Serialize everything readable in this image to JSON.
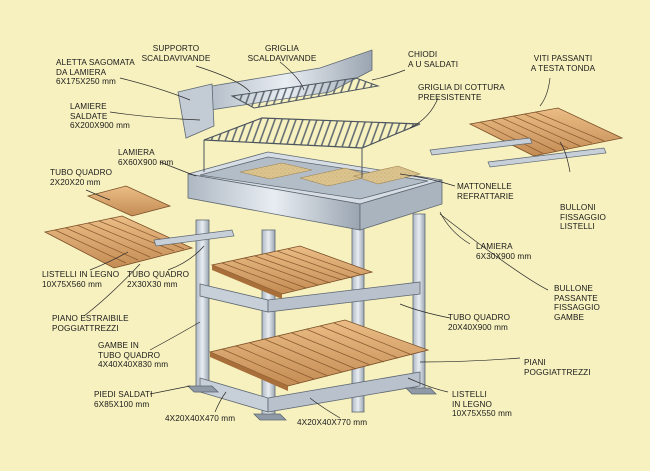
{
  "colors": {
    "background": "#f7f1bf",
    "steel_light": "#dde3ea",
    "steel_mid": "#b4bec9",
    "steel_dark": "#7d8894",
    "wood_light": "#e6b47c",
    "wood_dark": "#b9824f",
    "brick": "#d9c089",
    "leader": "#2a2a2a"
  },
  "labels": {
    "supporto": "SUPPORTO\nSCALDAVIVANDE",
    "griglia_scalda": "GRIGLIA\nSCALDAVIVANDE",
    "chiodi": "CHIODI\nA U SALDATI",
    "viti": "VITI PASSANTI\nA TESTA TONDA",
    "aletta": "ALETTA SAGOMATA\nDA LAMIERA\n6X175X250 mm",
    "griglia_cottura": "GRIGLIA DI COTTURA\nPREESISTENTE",
    "lamiere_saldate": "LAMIERE\nSALDATE\n6X200X900 mm",
    "lamiera_6x60": "LAMIERA\n6X60X900 mm",
    "tubo_2x20": "TUBO QUADRO\n2X20X20 mm",
    "mattonelle": "MATTONELLE\nREFRATTARIE",
    "bulloni": "BULLONI\nFISSAGGIO\nLISTELLI",
    "lamiera_6x30": "LAMIERA\n6X30X900 mm",
    "listelli_10x75x560": "LISTELLI IN LEGNO\n10X75X560 mm",
    "tubo_2x30": "TUBO QUADRO\n2X30X30 mm",
    "bullone_gambe": "BULLONE\nPASSANTE\nFISSAGGIO\nGAMBE",
    "piano_estraibile": "PIANO ESTRAIBILE\nPOGGIATTREZZI",
    "tubo_20x40": "TUBO QUADRO\n20X40X900 mm",
    "gambe": "GAMBE IN\nTUBO QUADRO\n4X40X40X830 mm",
    "piani": "PIANI\nPOGGIATTREZZI",
    "piedi": "PIEDI SALDATI\n6X85X100 mm",
    "listelli_10x75x550": "LISTELLI\nIN LEGNO\n10X75X550 mm",
    "dim_470": "4X20X40X470 mm",
    "dim_770": "4X20X40X770 mm"
  }
}
